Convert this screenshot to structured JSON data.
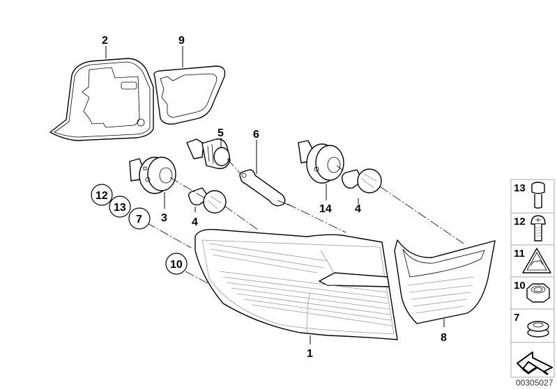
{
  "diagram": {
    "title": "Rear light assembly exploded view",
    "document_number": "00305027",
    "callouts": {
      "seal_outer": "2",
      "seal_inner": "9",
      "bulb_socket_left": "3",
      "bulb_left": "4",
      "socket_mid": "5",
      "side_bulb": "6",
      "bulb_socket_right": "14",
      "bulb_right": "4",
      "rear_light_outer": "1",
      "rear_light_inner": "8",
      "circled_12": "12",
      "circled_13": "13",
      "circled_7": "7",
      "circled_10": "10"
    },
    "sidebar": {
      "items": [
        {
          "number": "13",
          "part": "collar-screw"
        },
        {
          "number": "12",
          "part": "fillister-head-screw"
        },
        {
          "number": "11",
          "part": "warning-label"
        },
        {
          "number": "10",
          "part": "hex-nut"
        },
        {
          "number": "7",
          "part": "rubber-grommet"
        }
      ],
      "direction_icon": "forward-arrow"
    }
  }
}
